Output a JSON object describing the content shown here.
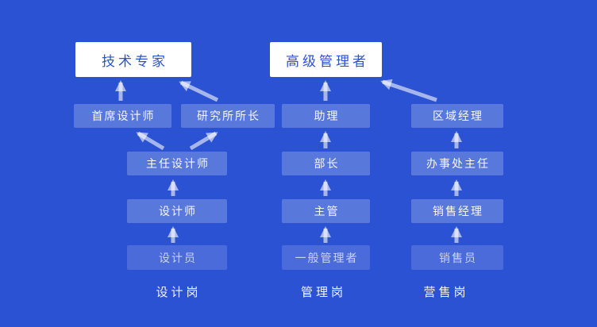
{
  "diagram": {
    "apex": {
      "tech_expert": "技术专家",
      "senior_manager": "高级管理者"
    },
    "design_track": {
      "track_label": "设计岗",
      "chief_designer": "首席设计师",
      "institute_director": "研究所所长",
      "director_designer": "主任设计师",
      "designer": "设计师",
      "junior_designer": "设计员"
    },
    "management_track": {
      "track_label": "管理岗",
      "assistant": "助理",
      "minister": "部长",
      "supervisor": "主管",
      "general_manager": "一般管理者"
    },
    "sales_track": {
      "track_label": "营售岗",
      "regional_manager": "区域经理",
      "office_director": "办事处主任",
      "sales_manager": "销售经理",
      "salesperson": "销售员"
    },
    "colors": {
      "background": "#2b52d3",
      "top_node_bg": "#ffffff",
      "top_node_text": "#2b52d3",
      "node_bg": "rgba(255,255,255,0.22)",
      "node_text": "#ffffff",
      "arrow": "rgba(255,255,255,0.58)"
    }
  }
}
